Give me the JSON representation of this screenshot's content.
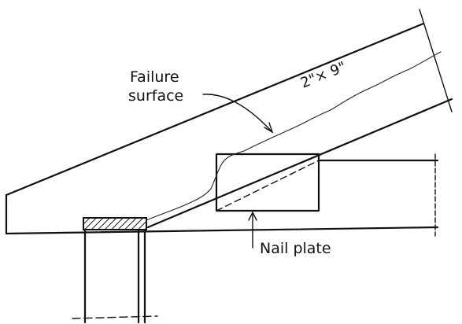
{
  "labels": {
    "failure_line1": "Failure",
    "failure_line2": "surface",
    "member_size": "2\"× 9\"",
    "nail_plate": "Nail plate"
  }
}
